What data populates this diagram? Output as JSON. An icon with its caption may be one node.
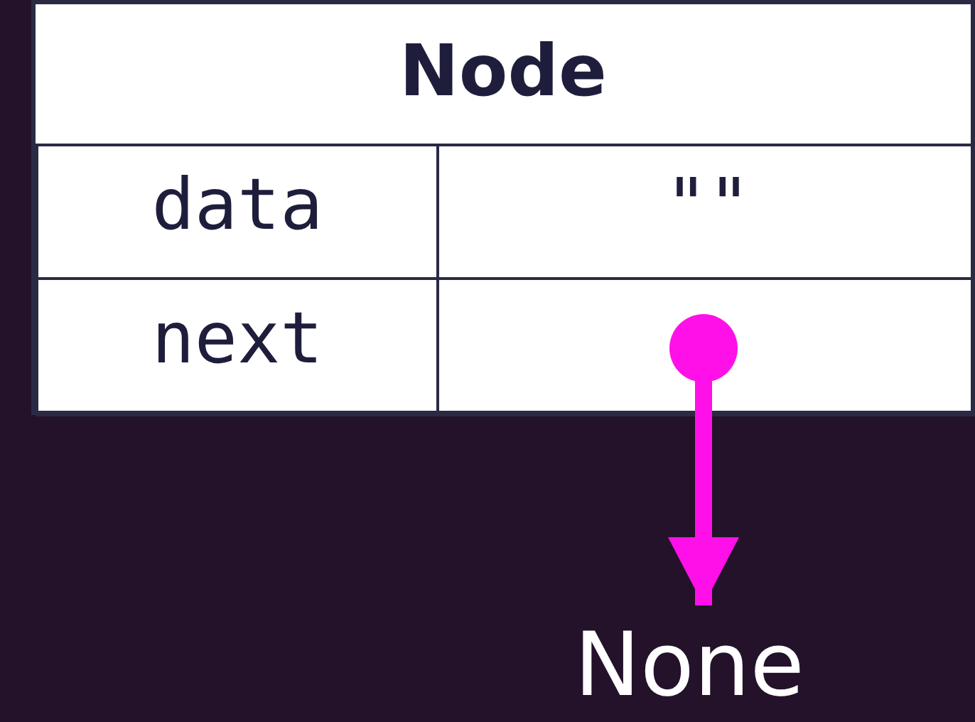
{
  "diagram": {
    "nodes": [
      {
        "text": [
          "Node"
        ]
      },
      {
        "text": [
          "data"
        ],
        "in": 0
      },
      {
        "text": [
          "\"\""
        ],
        "in": 0
      },
      {
        "text": [
          "next"
        ],
        "in": 0
      },
      {
        "text": [],
        "shape": "box",
        "in": 0
      },
      {
        "text": [
          "None"
        ]
      }
    ],
    "edges": [
      {
        "from": 4,
        "to": 5,
        "arrow": "to"
      }
    ]
  }
}
